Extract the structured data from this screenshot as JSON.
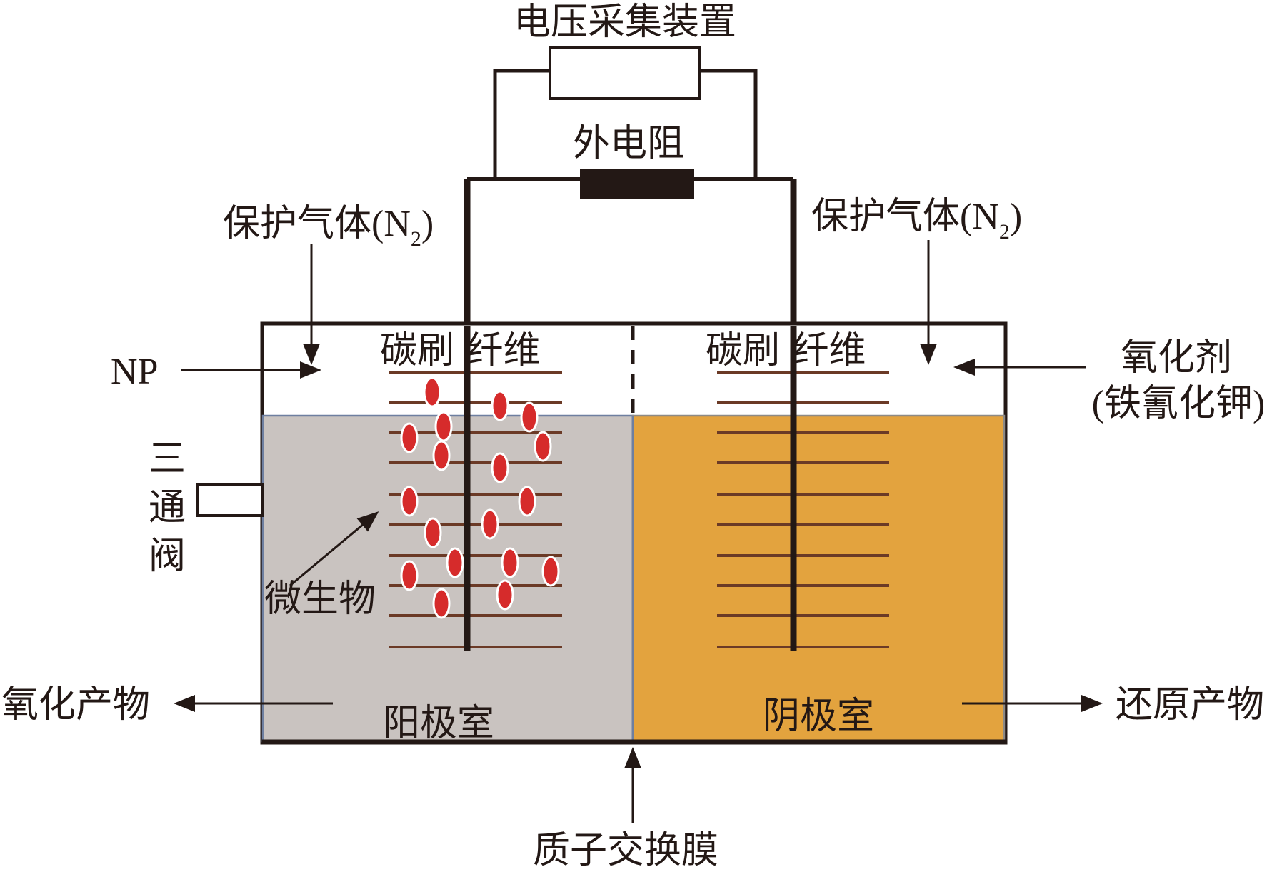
{
  "labels": {
    "voltage_device": "电压采集装置",
    "external_resistor": "外电阻",
    "gas_left_main": "保护气体(N",
    "gas_left_sub": "2",
    "gas_left_close": ")",
    "gas_right_main": "保护气体(N",
    "gas_right_sub": "2",
    "gas_right_close": ")",
    "np": "NP",
    "brush_left": "碳刷 纤维",
    "brush_right": "碳刷 纤维",
    "oxidant": "氧化剂",
    "oxidant_detail": "(铁氰化钾)",
    "valve": [
      "三",
      "通",
      "阀"
    ],
    "microbes": "微生物",
    "oxidation_product": "氧化产物",
    "anode_chamber": "阳极室",
    "cathode_chamber": "阴极室",
    "reduction_product": "还原产物",
    "membrane": "质子交换膜"
  },
  "colors": {
    "anode_fill": "#c9c3c0",
    "cathode_fill": "#e3a33e",
    "brush_fibers": "#6b3a26",
    "microbe": "#d62b2b",
    "lines": "#231815"
  }
}
